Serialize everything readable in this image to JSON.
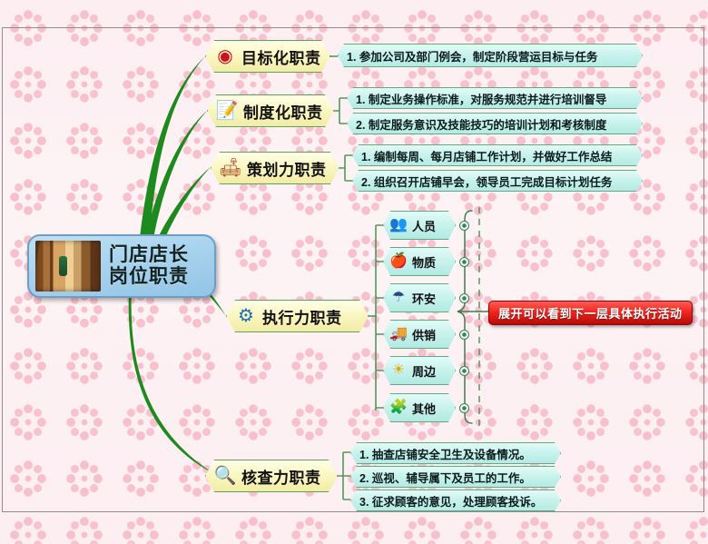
{
  "canvas": {
    "background": "#fdeef2",
    "accent_green": "#1f8a1f",
    "branch_fill": "#fbf7c4",
    "leaf_fill": "#c7f2ec",
    "central_fill": "#a8d3ee",
    "callout_fill": "#f02720"
  },
  "central": {
    "line1": "门店店长",
    "line2": "岗位职责",
    "photo_alt": "store-interior-photo"
  },
  "branches": [
    {
      "id": "goal",
      "icon": "target-icon",
      "glyph": "◎",
      "label": "目标化职责",
      "leaves": [
        {
          "text": "1. 参加公司及部门例会，制定阶段营运目标与任务"
        }
      ]
    },
    {
      "id": "system",
      "icon": "pencil-note-icon",
      "glyph": "📝",
      "label": "制度化职责",
      "leaves": [
        {
          "text": "1. 制定业务操作标准，对服务规范并进行培训督导"
        },
        {
          "text": "2. 制定服务意识及技能技巧的培训计划和考核制度"
        }
      ]
    },
    {
      "id": "planning",
      "icon": "meeting-table-icon",
      "glyph": "🛋",
      "label": "策划力职责",
      "leaves": [
        {
          "text": "1. 编制每周、每月店铺工作计划，并做好工作总结"
        },
        {
          "text": "2. 组织召开店铺早会，领导员工完成目标计划任务"
        }
      ]
    },
    {
      "id": "execution",
      "icon": "gears-icon",
      "glyph": "⚙",
      "label": "执行力职责",
      "leaves": []
    },
    {
      "id": "audit",
      "icon": "magnifier-icon",
      "glyph": "🔍",
      "label": "核查力职责",
      "leaves": [
        {
          "text": "1. 抽查店铺安全卫生及设备情况。"
        },
        {
          "text": "2. 巡视、辅导属下及员工的工作。"
        },
        {
          "text": "3. 征求顾客的意见，处理顾客投诉。"
        }
      ]
    }
  ],
  "execution_subnodes": [
    {
      "icon": "people-icon",
      "glyph": "👥",
      "label": "人员",
      "expand": "expand-toggle"
    },
    {
      "icon": "apple-board-icon",
      "glyph": "🍎",
      "label": "物质",
      "expand": "expand-toggle"
    },
    {
      "icon": "umbrella-icon",
      "glyph": "☂",
      "label": "环安",
      "expand": "expand-toggle"
    },
    {
      "icon": "truck-icon",
      "glyph": "🚚",
      "label": "供销",
      "expand": "expand-toggle"
    },
    {
      "icon": "sun-icon",
      "glyph": "☀",
      "label": "周边",
      "expand": "expand-toggle"
    },
    {
      "icon": "puzzle-icon",
      "glyph": "🧩",
      "label": "其他",
      "expand": "expand-toggle"
    }
  ],
  "callout": {
    "text": "展开可以看到下一层具体执行活动"
  }
}
